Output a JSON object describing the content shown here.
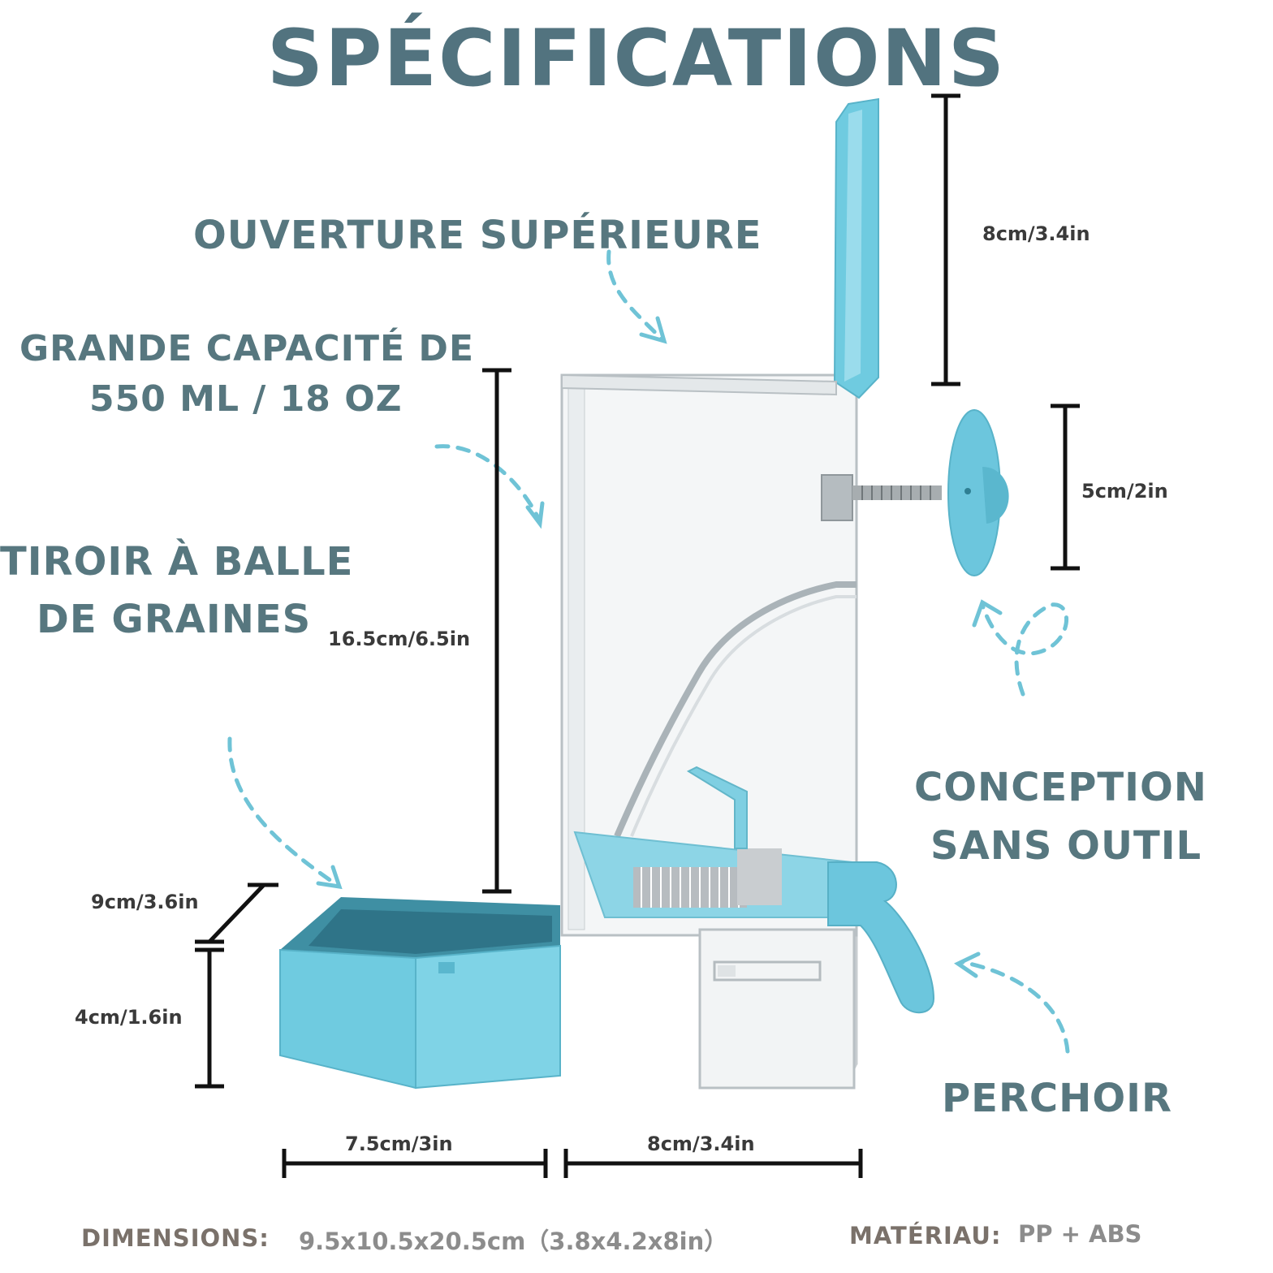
{
  "title": "SPÉCIFICATIONS",
  "features": {
    "top_opening": "OUVERTURE SUPÉRIEURE",
    "capacity_line1": "GRANDE CAPACITÉ DE",
    "capacity_line2": "550 ML / 18 OZ",
    "drawer_line1": "TIROIR À BALLE",
    "drawer_line2": "DE GRAINES",
    "tool_free_line1": "CONCEPTION",
    "tool_free_line2": "SANS OUTIL",
    "perch": "PERCHOIR"
  },
  "dimensions": {
    "lid_height": "8cm/3.4in",
    "screw_disc": "5cm/2in",
    "body_height": "16.5cm/6.5in",
    "drawer_depth": "9cm/3.6in",
    "drawer_height": "4cm/1.6in",
    "drawer_width": "7.5cm/3in",
    "body_width": "8cm/3.4in"
  },
  "footer": {
    "dimensions_label": "DIMENSIONS:",
    "dimensions_value": "9.5x10.5x20.5cm（3.8x4.2x8in）",
    "material_label": "MATÉRIAU:",
    "material_value": "PP + ABS"
  },
  "colors": {
    "title": "#52737f",
    "accent_blue": "#6fcbe0",
    "arrow_blue": "#6fc3d6"
  }
}
